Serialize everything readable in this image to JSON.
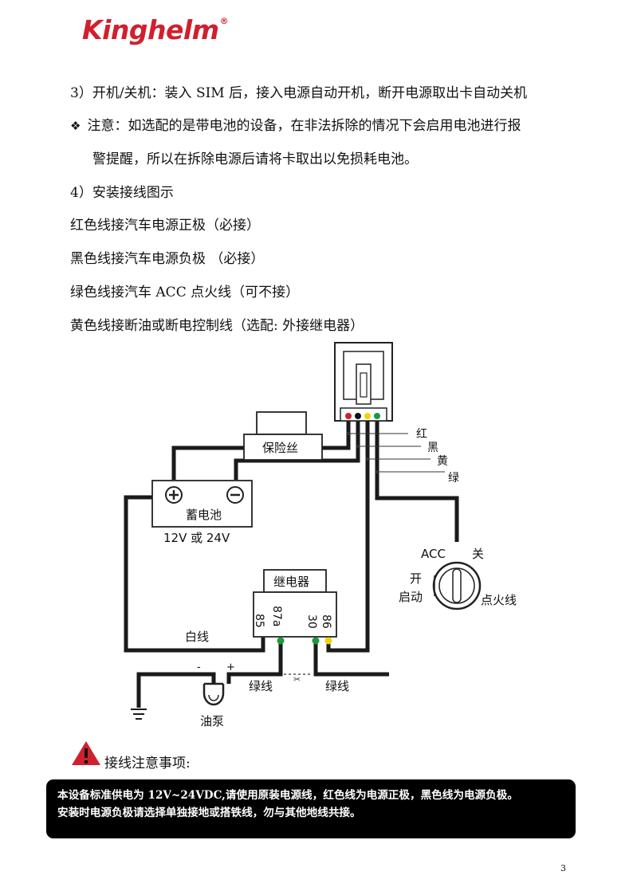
{
  "header": {
    "brand": "Kinghelm",
    "registered_mark": "®"
  },
  "content": {
    "step3": "3）开机/关机：装入 SIM 后，接入电源自动开机，断开电源取出卡自动关机",
    "note_line1": "注意：如选配的是带电池的设备，在非法拆除的情况下会启用电池进行报",
    "note_line2": "警提醒，所以在拆除电源后请将卡取出以免损耗电池。",
    "step4": "4）安装接线图示",
    "wire_red": "红色线接汽车电源正极（必接）",
    "wire_black": "黑色线接汽车电源负极 （必接）",
    "wire_green": "绿色线接汽车 ACC 点火线（可不接）",
    "wire_yellow": "黄色线接断油或断电控制线（选配: 外接继电器）"
  },
  "diagram": {
    "fuse": "保险丝",
    "battery": "蓄电池",
    "battery_plus": "⊕",
    "battery_minus": "⊖",
    "battery_voltage": "12V  或 24V",
    "label_red": "红",
    "label_black": "黑",
    "label_yellow": "黄",
    "label_green": "绿",
    "acc": "ACC",
    "off": "关",
    "on": "开",
    "start": "启动",
    "ignition": "点火线",
    "relay": "继电器",
    "pin_85": "85",
    "pin_87a": "87a",
    "pin_30": "30",
    "pin_86": "86",
    "white_wire": "白线",
    "green_wire_left": "绿线",
    "green_wire_right": "绿线",
    "pump": "油泵",
    "pump_minus": "-",
    "pump_plus": "+",
    "colors": {
      "red": "#d0202e",
      "black": "#111111",
      "yellow": "#f2d200",
      "green": "#1a9a3a"
    }
  },
  "warning": {
    "icon": "warning-triangle-icon",
    "title": "接线注意事项:",
    "notice_line1": "本设备标准供电为 12V~24VDC,请使用原装电源线，红色线为电源正极，黑色线为电源负极。",
    "notice_line2": "安装时电源负极请选择单独接地或搭铁线，勿与其他地线共接。"
  },
  "page_number": "3"
}
